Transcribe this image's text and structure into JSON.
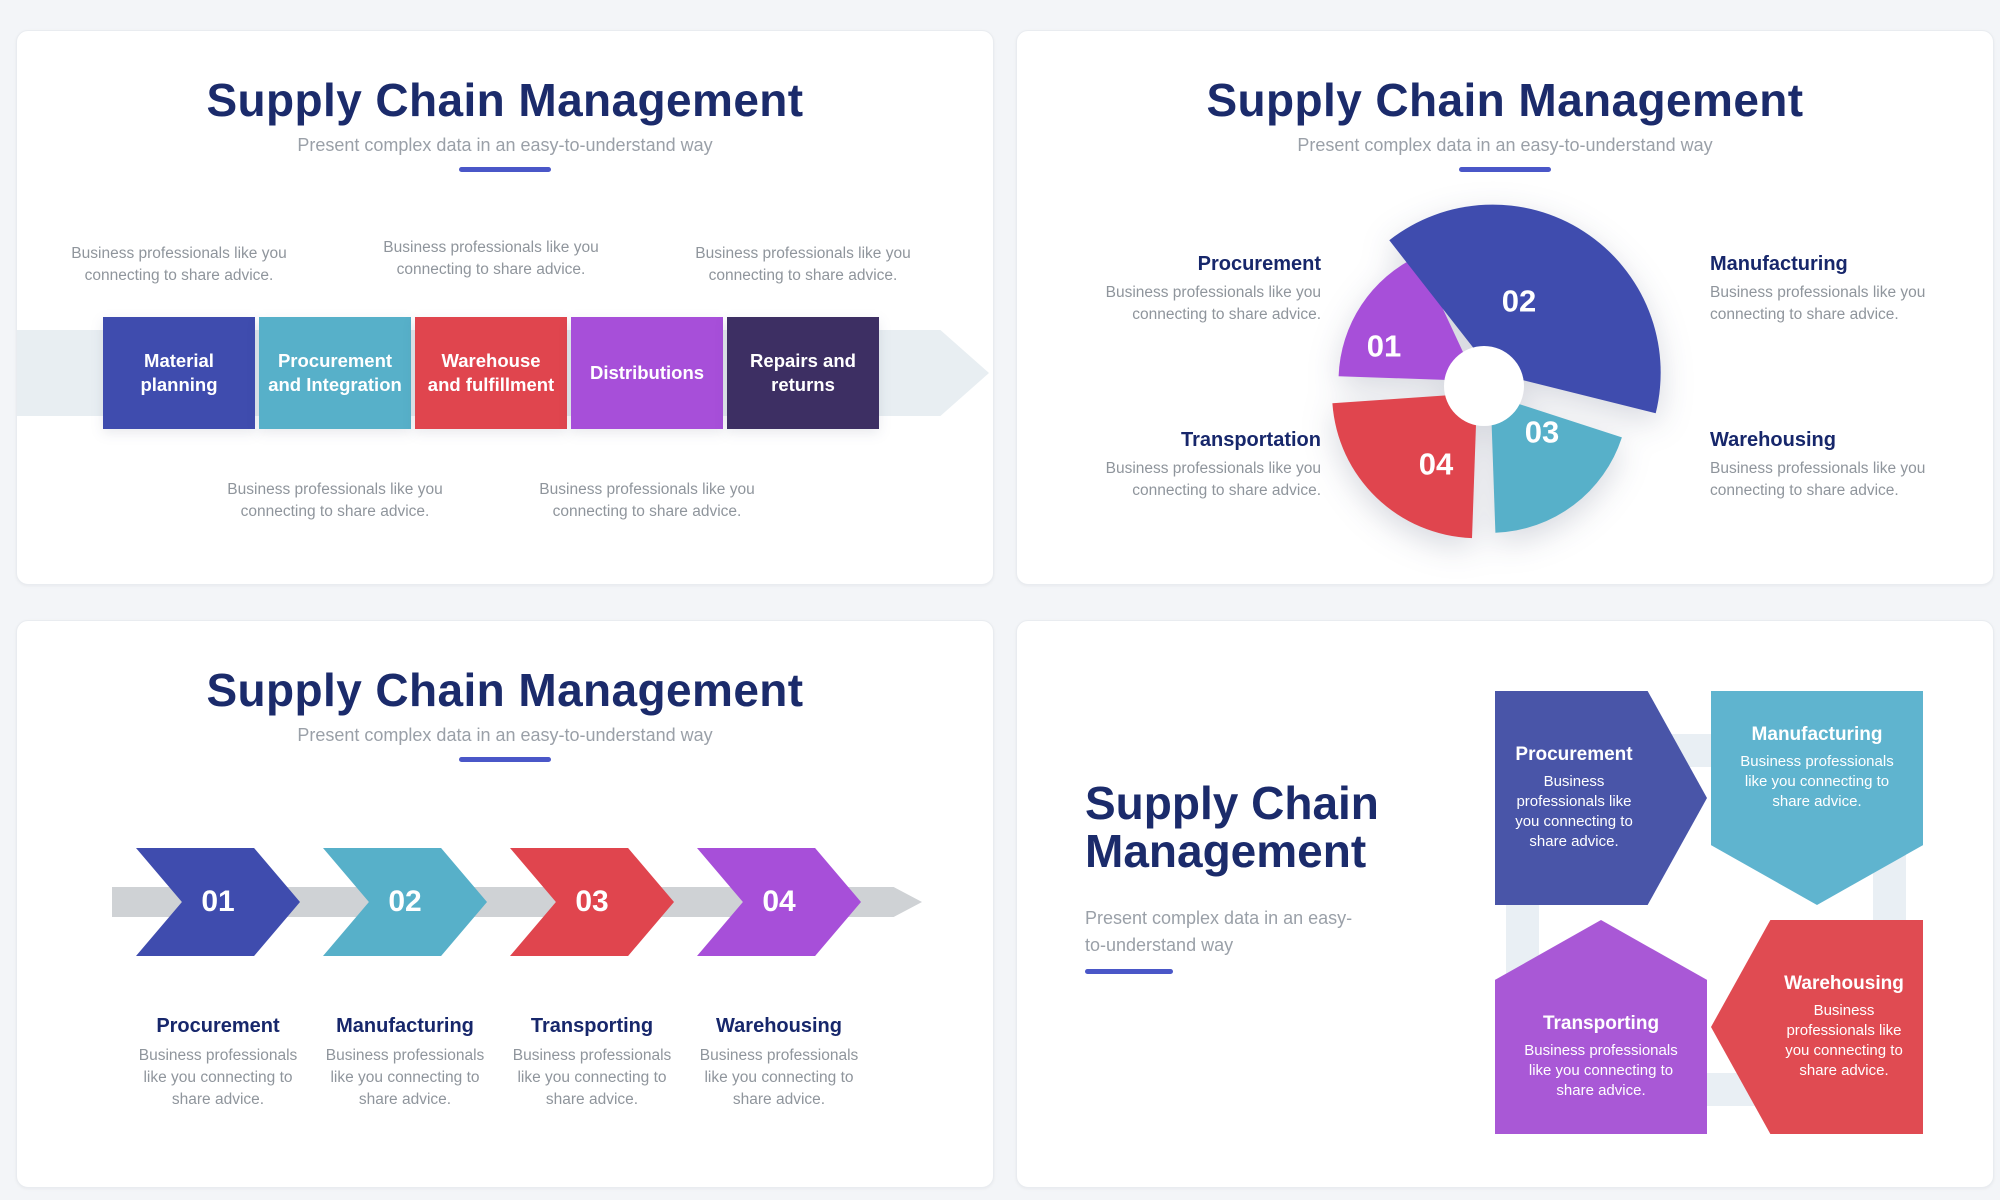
{
  "page": {
    "background": "#f3f5f8",
    "card_background": "#ffffff"
  },
  "theme": {
    "title_color": "#1b2b6b",
    "subtitle_color": "#9aa0a8",
    "body_color": "#8f959c",
    "accent_underline": "#4a57c8",
    "colors": {
      "indigo": "#3f4cae",
      "teal": "#57b0c9",
      "red": "#e0454e",
      "purple": "#a74fd9",
      "dark_purple": "#3d2f63",
      "band_light": "#e8eef2",
      "band_gray": "#cfd2d5",
      "connector_gray": "#e9eff4"
    }
  },
  "body_text": "Business professionals like you connecting to share advice.",
  "slide1": {
    "title": "Supply Chain Management",
    "subtitle": "Present complex data in an easy-to-understand way",
    "steps": [
      {
        "label": "Material planning",
        "color": "#3f4cae"
      },
      {
        "label": "Procurement and Integration",
        "color": "#57b0c9"
      },
      {
        "label": "Warehouse and fulfillment",
        "color": "#e0454e"
      },
      {
        "label": "Distributions",
        "color": "#a74fd9"
      },
      {
        "label": "Repairs and returns",
        "color": "#3d2f63"
      }
    ]
  },
  "slide2": {
    "title": "Supply Chain Management",
    "subtitle": "Present complex data in an easy-to-understand way",
    "labels": [
      {
        "name": "Procurement",
        "side": "left",
        "row": "top"
      },
      {
        "name": "Manufacturing",
        "side": "right",
        "row": "top"
      },
      {
        "name": "Transportation",
        "side": "left",
        "row": "bottom"
      },
      {
        "name": "Warehousing",
        "side": "right",
        "row": "bottom"
      }
    ],
    "chart_data": {
      "type": "pie",
      "style": "exploded donut with white center hole, numbered segments",
      "title": "Supply Chain Management",
      "center": [
        200,
        200
      ],
      "hole_radius": 40,
      "legend_position": "side text labels",
      "segments": [
        {
          "id": "01",
          "label": "Procurement",
          "color": "#a74fd9",
          "start_deg": -178,
          "end_deg": -115,
          "sweep_deg": 63,
          "value_pct_approx": 17.5,
          "radius": 138,
          "explode": 9,
          "num_dx": -100,
          "num_dy": -40
        },
        {
          "id": "03",
          "label": "Warehousing",
          "color": "#57b0c9",
          "start_deg": 18,
          "end_deg": 88,
          "sweep_deg": 70,
          "value_pct_approx": 19.5,
          "radius": 138,
          "explode": 11,
          "num_dx": 58,
          "num_dy": 46
        },
        {
          "id": "04",
          "label": "Transportation",
          "color": "#e0454e",
          "start_deg": 92,
          "end_deg": 176,
          "sweep_deg": 84,
          "value_pct_approx": 23.5,
          "radius": 145,
          "explode": 10,
          "num_dx": -48,
          "num_dy": 78
        },
        {
          "id": "02",
          "label": "Manufacturing",
          "color": "#3f4cae",
          "start_deg": -128,
          "end_deg": 14,
          "sweep_deg": 142,
          "value_pct_approx": 39.5,
          "radius": 168,
          "explode": 16,
          "num_dx": 35,
          "num_dy": -85
        }
      ]
    }
  },
  "slide3": {
    "title": "Supply Chain Management",
    "subtitle": "Present complex data in an easy-to-understand way",
    "steps": [
      {
        "num": "01",
        "label": "Procurement",
        "color": "#3f4cae"
      },
      {
        "num": "02",
        "label": "Manufacturing",
        "color": "#57b0c9"
      },
      {
        "num": "03",
        "label": "Transporting",
        "color": "#e0454e"
      },
      {
        "num": "04",
        "label": "Warehousing",
        "color": "#a74fd9"
      }
    ]
  },
  "slide4": {
    "title_lines": [
      "Supply Chain",
      "Management"
    ],
    "subtitle_lines": [
      "Present complex data in an easy-",
      "to-understand way"
    ],
    "shapes": [
      {
        "name": "Procurement",
        "color": "#4955a8",
        "direction": "right"
      },
      {
        "name": "Manufacturing",
        "color": "#5fb4cf",
        "direction": "down"
      },
      {
        "name": "Transporting",
        "color": "#a958d6",
        "direction": "up"
      },
      {
        "name": "Warehousing",
        "color": "#e04b52",
        "direction": "left"
      }
    ]
  }
}
